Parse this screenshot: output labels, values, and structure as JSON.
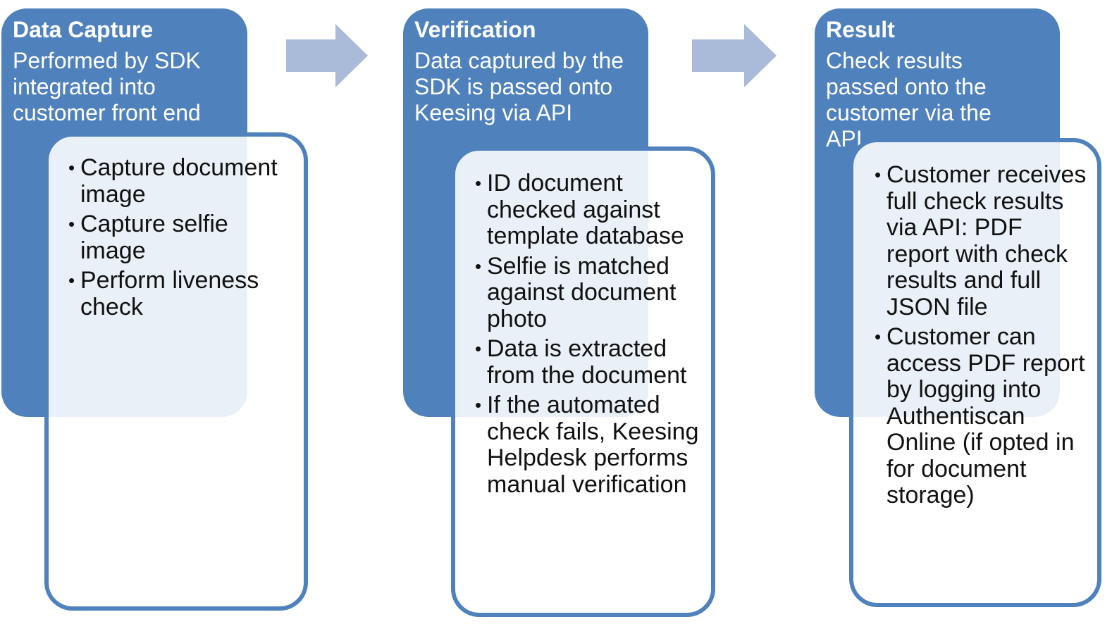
{
  "stages": [
    {
      "title": "Data Capture",
      "description": "Performed by SDK integrated into customer front end",
      "items": [
        "Capture document image",
        "Capture selfie image",
        "Perform liveness check"
      ]
    },
    {
      "title": "Verification",
      "description": "Data captured by the SDK is passed onto Keesing via API",
      "items": [
        "ID document checked against template database",
        "Selfie is matched against document photo",
        "Data is extracted from the document",
        "If the automated check fails, Keesing Helpdesk performs manual verification"
      ]
    },
    {
      "title": "Result",
      "description": "Check results passed onto the customer via the API",
      "items": [
        "Customer receives full check results via API: PDF report with check results and full JSON file",
        "Customer can access PDF report by logging into Authentiscan Online (if opted in for document storage)"
      ]
    }
  ],
  "colors": {
    "header": "#4f81bd",
    "arrow": "#aabbd9",
    "text_dark": "#111111"
  },
  "icons": {
    "arrow": "right-arrow-icon"
  }
}
